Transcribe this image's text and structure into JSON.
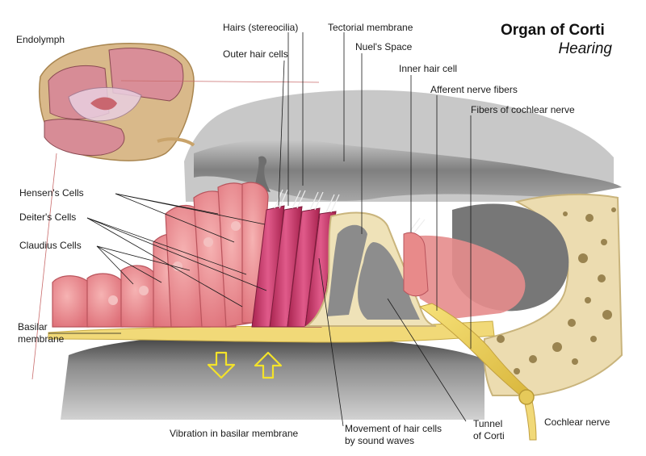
{
  "title": "Organ of Corti",
  "subtitle": "Hearing",
  "labels": {
    "endolymph": "Endolymph",
    "hairs": "Hairs (stereocilia)",
    "outer_hair_cells": "Outer hair cells",
    "tectorial_membrane": "Tectorial membrane",
    "nuels_space": "Nuel's Space",
    "inner_hair_cell": "Inner hair cell",
    "afferent_nerve_fibers": "Afferent nerve fibers",
    "fibers_cochlear_nerve": "Fibers of cochlear nerve",
    "hensens_cells": "Hensen's Cells",
    "deiters_cells": "Deiter's Cells",
    "claudius_cells": "Claudius Cells",
    "basilar_membrane_1": "Basilar",
    "basilar_membrane_2": "membrane",
    "vibration": "Vibration in basilar membrane",
    "movement_1": "Movement of hair cells",
    "movement_2": "by sound waves",
    "tunnel_1": "Tunnel",
    "tunnel_2": "of Corti",
    "cochlear_nerve": "Cochlear nerve"
  },
  "colors": {
    "membrane_gray": "#8e8e8e",
    "cell_pink": "#e9888f",
    "hair_cell_magenta": "#c3356a",
    "basilar_yellow": "#f1d978",
    "bone": "#e8d6a8",
    "arrow_yellow": "#f3e22a"
  }
}
